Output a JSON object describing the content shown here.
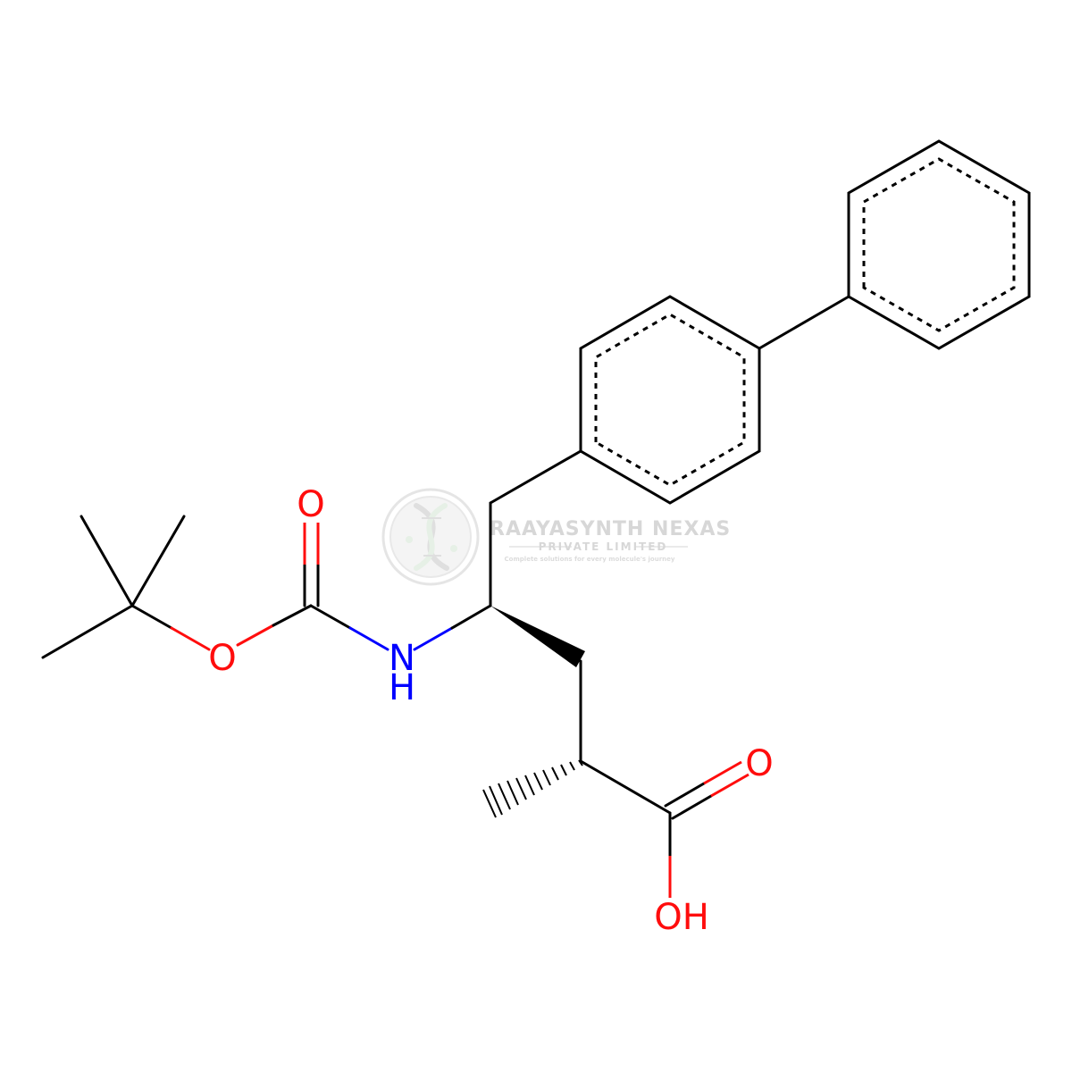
{
  "colors": {
    "bond": "#000000",
    "oxygen": "#ff0d0d",
    "nitrogen": "#0000ff",
    "watermark": "#d3d3d3",
    "background": "#ffffff"
  },
  "atoms": {
    "carbonyl_o_boc": "O",
    "ester_o": "O",
    "amide_n": "N",
    "amide_h": "H",
    "acid_carbonyl_o": "O",
    "acid_oh": "OH"
  },
  "watermark": {
    "company": "RAAYASYNTH NEXAS",
    "subtitle": "PRIVATE LIMITED",
    "tagline": "Complete solutions for every molecule's journey",
    "logo": "dna-helix-logo-icon"
  }
}
